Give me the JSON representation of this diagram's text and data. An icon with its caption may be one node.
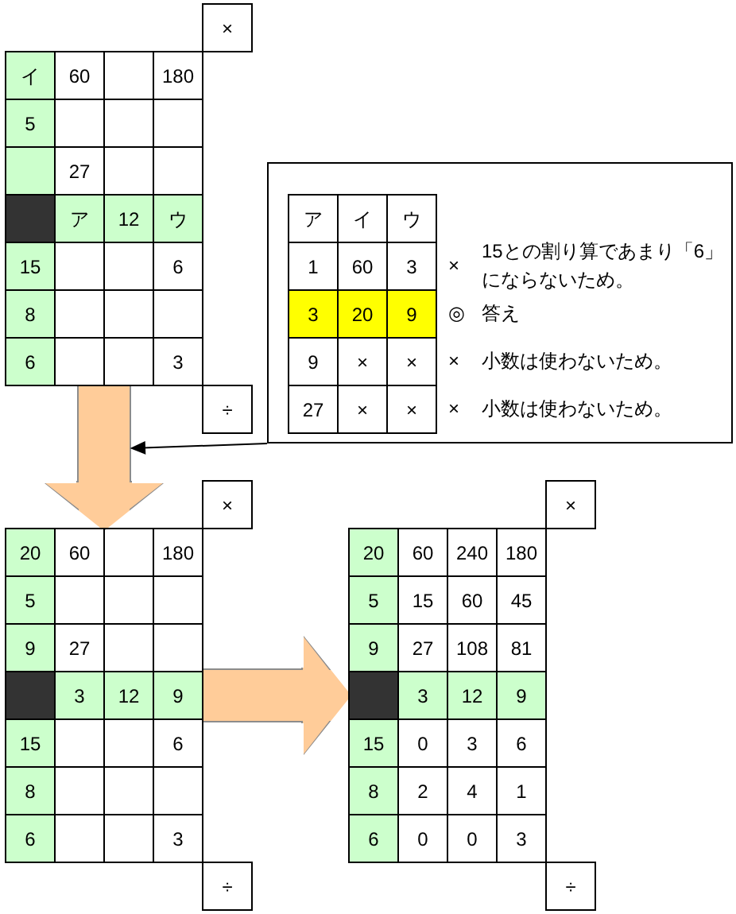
{
  "diagram": {
    "nodes": [
      {
        "text": [
          "×"
        ]
      },
      {
        "text": [],
        "shape": "box"
      },
      {
        "text": [
          "イ"
        ],
        "in": 1
      },
      {
        "text": [
          "60"
        ],
        "in": 1
      },
      {
        "text": [
          "180"
        ],
        "in": 1
      },
      {
        "text": [
          "5"
        ],
        "in": 1
      },
      {
        "text": [],
        "shape": "box",
        "in": 1
      },
      {
        "text": [
          "27"
        ],
        "in": 1
      },
      {
        "text": [],
        "shape": "box",
        "in": 1
      },
      {
        "text": [
          "ア"
        ],
        "in": 1
      },
      {
        "text": [
          "12"
        ],
        "in": 1
      },
      {
        "text": [
          "ウ"
        ],
        "in": 1
      },
      {
        "text": [
          "15"
        ],
        "in": 1
      },
      {
        "text": [
          "6"
        ],
        "in": 1
      },
      {
        "text": [
          "8"
        ],
        "in": 1
      },
      {
        "text": [
          "6"
        ],
        "in": 1
      },
      {
        "text": [
          "3"
        ],
        "in": 1
      },
      {
        "text": [
          "÷"
        ]
      },
      {
        "text": [
          "×",
          "15との割り算であまり「6」にならないため。",
          "◎",
          "答え",
          "×",
          "小数は使わないため。",
          "×",
          "小数は使わないため。"
        ]
      },
      {
        "text": [
          "ア"
        ],
        "in": 18
      },
      {
        "text": [
          "イ"
        ],
        "in": 18
      },
      {
        "text": [
          "ウ"
        ],
        "in": 18
      },
      {
        "text": [
          "1"
        ],
        "in": 18
      },
      {
        "text": [
          "60"
        ],
        "in": 18
      },
      {
        "text": [
          "3"
        ],
        "in": 18
      },
      {
        "text": [
          "3"
        ],
        "in": 18
      },
      {
        "text": [
          "20"
        ],
        "in": 18
      },
      {
        "text": [
          "9"
        ],
        "in": 18
      },
      {
        "text": [
          "9"
        ],
        "in": 18
      },
      {
        "text": [
          "×"
        ],
        "in": 18
      },
      {
        "text": [
          "×"
        ],
        "in": 18
      },
      {
        "text": [
          "27"
        ],
        "in": 18
      },
      {
        "text": [
          "×"
        ],
        "in": 18
      },
      {
        "text": [
          "×"
        ],
        "in": 18
      },
      {
        "text": [
          "×"
        ]
      },
      {
        "text": [],
        "shape": "box"
      },
      {
        "text": [
          "20"
        ],
        "in": 35
      },
      {
        "text": [
          "60"
        ],
        "in": 35
      },
      {
        "text": [
          "180"
        ],
        "in": 35
      },
      {
        "text": [
          "5"
        ],
        "in": 35
      },
      {
        "text": [
          "9"
        ],
        "in": 35
      },
      {
        "text": [
          "27"
        ],
        "in": 35
      },
      {
        "text": [],
        "shape": "box",
        "in": 35
      },
      {
        "text": [
          "3"
        ],
        "in": 35
      },
      {
        "text": [
          "12"
        ],
        "in": 35
      },
      {
        "text": [
          "9"
        ],
        "in": 35
      },
      {
        "text": [
          "15"
        ],
        "in": 35
      },
      {
        "text": [
          "6"
        ],
        "in": 35
      },
      {
        "text": [
          "8"
        ],
        "in": 35
      },
      {
        "text": [
          "6"
        ],
        "in": 35
      },
      {
        "text": [
          "3"
        ],
        "in": 35
      },
      {
        "text": [
          "÷"
        ]
      },
      {
        "text": [
          "×"
        ]
      },
      {
        "text": [],
        "shape": "box"
      },
      {
        "text": [
          "20"
        ],
        "in": 53
      },
      {
        "text": [
          "60"
        ],
        "in": 53
      },
      {
        "text": [
          "240"
        ],
        "in": 53
      },
      {
        "text": [
          "180"
        ],
        "in": 53
      },
      {
        "text": [
          "5"
        ],
        "in": 53
      },
      {
        "text": [
          "15"
        ],
        "in": 53
      },
      {
        "text": [
          "60"
        ],
        "in": 53
      },
      {
        "text": [
          "45"
        ],
        "in": 53
      },
      {
        "text": [
          "9"
        ],
        "in": 53
      },
      {
        "text": [
          "27"
        ],
        "in": 53
      },
      {
        "text": [
          "108"
        ],
        "in": 53
      },
      {
        "text": [
          "81"
        ],
        "in": 53
      },
      {
        "text": [],
        "shape": "box",
        "in": 53
      },
      {
        "text": [
          "3"
        ],
        "in": 53
      },
      {
        "text": [
          "12"
        ],
        "in": 53
      },
      {
        "text": [
          "9"
        ],
        "in": 53
      },
      {
        "text": [
          "15"
        ],
        "in": 53
      },
      {
        "text": [
          "0"
        ],
        "in": 53
      },
      {
        "text": [
          "3"
        ],
        "in": 53
      },
      {
        "text": [
          "6"
        ],
        "in": 53
      },
      {
        "text": [
          "8"
        ],
        "in": 53
      },
      {
        "text": [
          "2"
        ],
        "in": 53
      },
      {
        "text": [
          "4"
        ],
        "in": 53
      },
      {
        "text": [
          "1"
        ],
        "in": 53
      },
      {
        "text": [
          "6"
        ],
        "in": 53
      },
      {
        "text": [
          "0"
        ],
        "in": 53
      },
      {
        "text": [
          "0"
        ],
        "in": 53
      },
      {
        "text": [
          "3"
        ],
        "in": 53
      },
      {
        "text": [
          "÷"
        ]
      }
    ],
    "edges": [
      {
        "from": 1,
        "to": 35,
        "arrow": "to"
      },
      {
        "from": 18,
        "to": null,
        "arrow": "to",
        "color": "#000000"
      },
      {
        "from": 35,
        "to": 53,
        "arrow": "to"
      }
    ]
  }
}
